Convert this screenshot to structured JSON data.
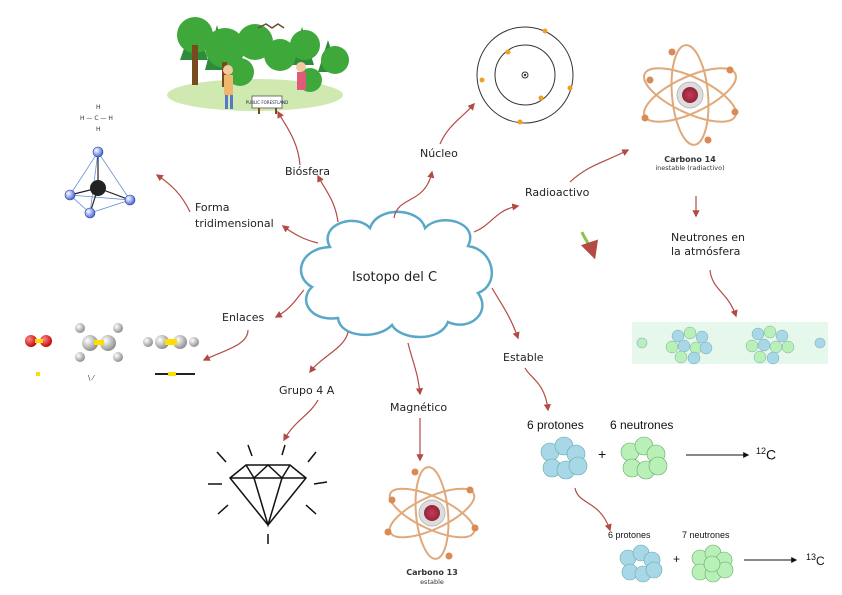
{
  "center": "Isotopo del C",
  "branches": {
    "biosfera": "Biósfera",
    "nucleo": "Núcleo",
    "radioactivo": "Radioactivo",
    "forma1": "Forma",
    "forma2": "tridimensional",
    "enlaces": "Enlaces",
    "grupo": "Grupo  4 A",
    "magnetico": "Magnético",
    "estable": "Estable",
    "neutrones1": "Neutrones en",
    "neutrones2": "la atmósfera"
  },
  "forest_sign": "PUBLIC FORESTLAND",
  "carbono14": {
    "name": "Carbono 14",
    "desc": "inestable (radiactivo)"
  },
  "carbono13": {
    "name": "Carbono 13",
    "desc": "estable"
  },
  "methane": {
    "h": "H",
    "c": "C",
    "row": "H — C — H"
  },
  "stable12": {
    "protons": "6 protones",
    "neutrons": "6 neutrones",
    "plus": "+",
    "isotope_num": "12",
    "isotope_sym": "C"
  },
  "stable13": {
    "protons": "6 protones",
    "neutrons": "7 neutrones",
    "plus": "+",
    "isotope_num": "13",
    "isotope_sym": "C"
  },
  "colors": {
    "cloud": "#5aa8c8",
    "arrow": "#b54a44",
    "green_arrow": "#8bc34a",
    "orbit": "#e0a97a",
    "proton": "#a8d8e8",
    "neutron": "#b8f0b8"
  }
}
